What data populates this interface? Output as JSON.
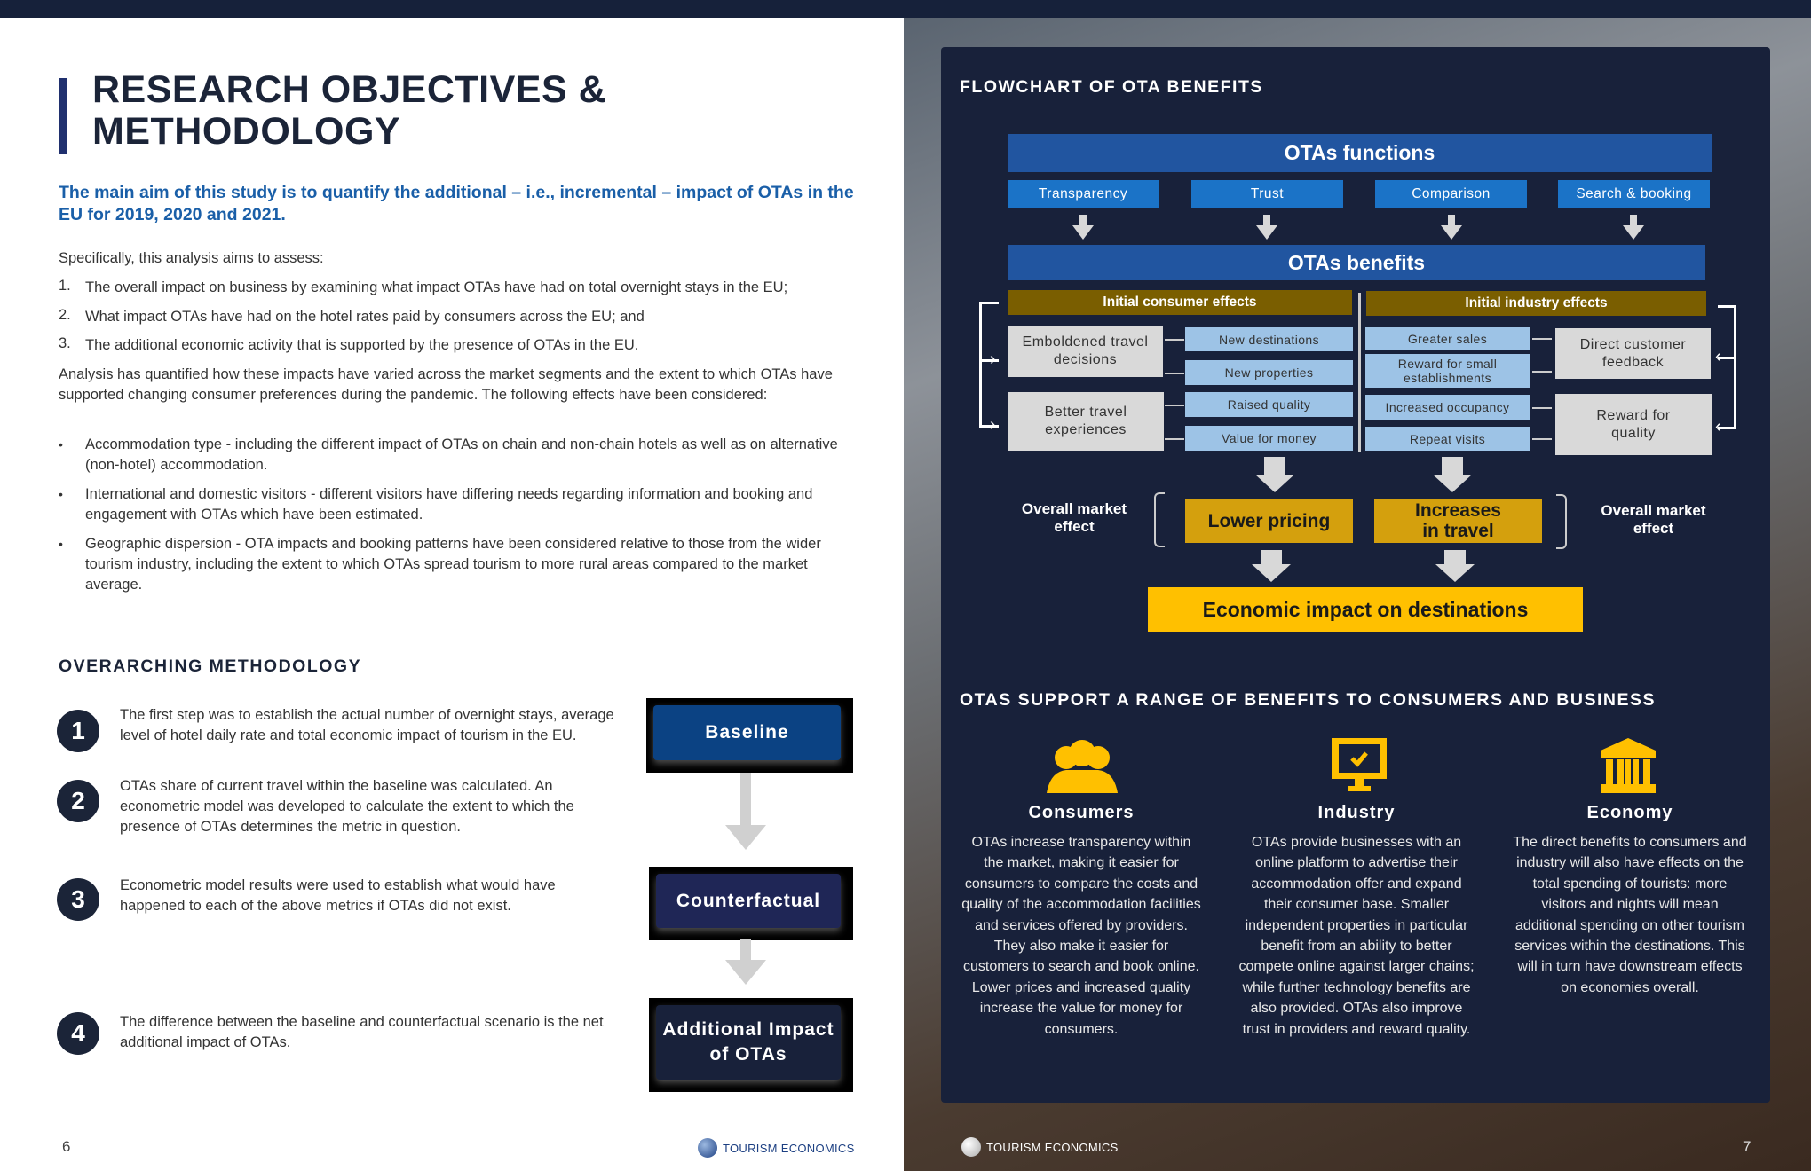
{
  "left": {
    "title": "RESEARCH OBJECTIVES & METHODOLOGY",
    "intro": "The main aim of this study is to quantify the additional – i.e., incremental – impact of OTAs in the EU for 2019, 2020 and 2021.",
    "specifically": "Specifically, this analysis aims to assess:",
    "aims": [
      {
        "n": "1.",
        "text": "The overall impact on business by examining what impact OTAs have had on total overnight stays in the EU;"
      },
      {
        "n": "2.",
        "text": "What impact OTAs have had on the hotel rates paid by consumers across the EU; and"
      },
      {
        "n": "3.",
        "text": "The additional economic activity that is supported by the presence of OTAs in the EU."
      }
    ],
    "analysis": "Analysis has quantified how these impacts have varied across the market segments and the extent to which OTAs have supported changing consumer preferences during the pandemic. The following effects have been considered:",
    "bullets": [
      "Accommodation type - including the different impact of OTAs on chain and non-chain hotels as well as on alternative (non-hotel) accommodation.",
      "International and domestic visitors - different visitors have differing needs regarding information and booking and engagement with OTAs which have been estimated.",
      "Geographic dispersion - OTA impacts and booking patterns have been considered relative to those from the wider tourism industry, including the extent to which OTAs spread tourism to more rural areas compared to the market average."
    ],
    "methodology_heading": "OVERARCHING METHODOLOGY",
    "steps": [
      {
        "n": "1",
        "text": "The first step was to establish the actual number of overnight stays, average level of hotel daily rate and total economic impact of tourism in the EU."
      },
      {
        "n": "2",
        "text": "OTAs share of current travel within the baseline was calculated. An econometric model was developed to calculate the extent to which the presence of OTAs determines the metric in question."
      },
      {
        "n": "3",
        "text": "Econometric model results were used to establish what would have happened to each of the above metrics if OTAs did not exist."
      },
      {
        "n": "4",
        "text": "The difference between the baseline and counterfactual scenario is the net additional impact of OTAs."
      }
    ],
    "boxes": {
      "baseline": "Baseline",
      "counterfactual": "Counterfactual",
      "additional": "Additional Impact of OTAs"
    },
    "page_number": "6",
    "logo": "TOURISM ECONOMICS"
  },
  "right": {
    "flow_title": "FLOWCHART OF OTA BENEFITS",
    "functions_title": "OTAs functions",
    "functions": [
      "Transparency",
      "Trust",
      "Comparison",
      "Search & booking"
    ],
    "benefits_title": "OTAs benefits",
    "consumer_effects": "Initial consumer effects",
    "industry_effects": "Initial industry effects",
    "consumer_drivers": [
      "Emboldened travel decisions",
      "Better travel experiences"
    ],
    "consumer_outcomes": [
      "New destinations",
      "New properties",
      "Raised quality",
      "Value for money"
    ],
    "industry_outcomes": [
      "Greater sales",
      "Reward for small establishments",
      "Increased occupancy",
      "Repeat visits"
    ],
    "industry_drivers": [
      "Direct customer feedback",
      "Reward for quality"
    ],
    "overall_left": "Overall market effect",
    "overall_right": "Overall market effect",
    "lower_pricing": "Lower pricing",
    "increases_travel": "Increases in travel",
    "economic_impact": "Economic impact on destinations",
    "support_title": "OTAS SUPPORT A RANGE OF BENEFITS TO CONSUMERS AND BUSINESS",
    "columns": [
      {
        "icon": "people-icon",
        "title": "Consumers",
        "text": "OTAs increase transparency within the market, making it easier for consumers to compare the costs and quality of the accommodation facilities and services offered by providers. They also make it easier for customers to search and book online.  Lower prices and increased quality increase the value for money for consumers."
      },
      {
        "icon": "monitor-check-icon",
        "title": "Industry",
        "text": "OTAs provide businesses with an online platform to advertise their accommodation offer and expand their consumer base. Smaller independent properties in particular benefit from an ability to better compete online against larger chains; while further technology benefits are also provided.  OTAs also improve trust in providers and reward quality."
      },
      {
        "icon": "bank-icon",
        "title": "Economy",
        "text": "The direct benefits to consumers and industry will also have effects on the total spending of tourists: more visitors and nights will mean additional spending on other tourism services within the destinations.  This will in turn have downstream effects on economies overall."
      }
    ],
    "logo": "TOURISM ECONOMICS",
    "page_number": "7"
  },
  "colors": {
    "navy": "#18213a",
    "blue": "#1b73c7",
    "gold": "#ffc000",
    "olive": "#7a5e00"
  }
}
